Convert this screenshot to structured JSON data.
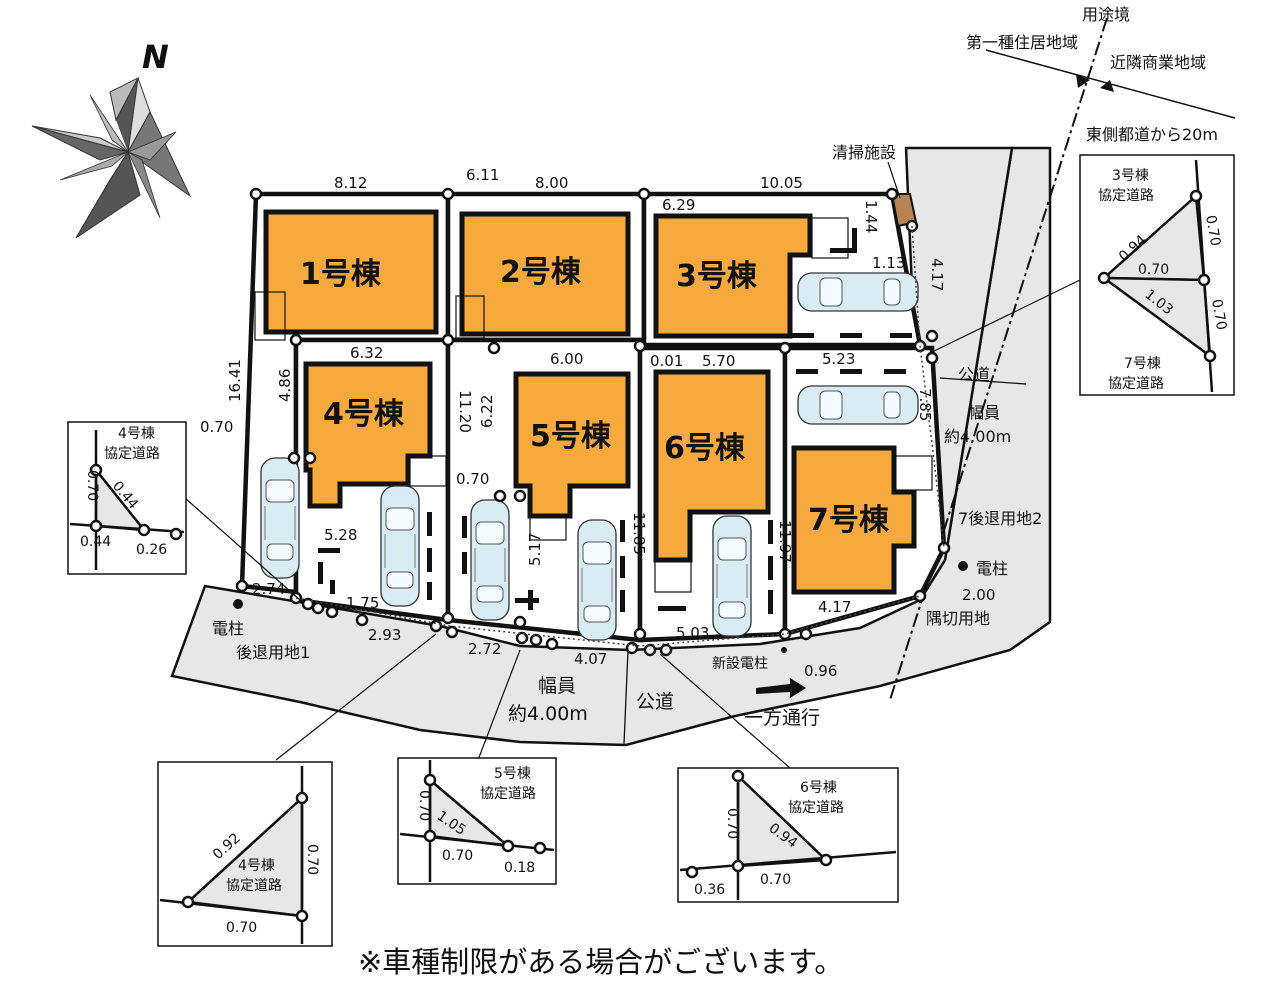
{
  "compass": {
    "north_label": "N"
  },
  "houses": [
    "1号棟",
    "2号棟",
    "3号棟",
    "4号棟",
    "5号棟",
    "6号棟",
    "7号棟"
  ],
  "zones": {
    "boundary": "用途境",
    "zone_left": "第一種住居地域",
    "zone_right": "近隣商業地域",
    "distance_note": "東側都道から20m"
  },
  "facility": "清掃施設",
  "roads": {
    "public_road": "公道",
    "width_label": "幅員",
    "width_value": "約4.00m",
    "one_way": "一方通行"
  },
  "poles": {
    "pole": "電柱",
    "new_pole": "新設電柱"
  },
  "setbacks": {
    "setback1": "後退用地1",
    "setback2": "7後退用地2",
    "corner": "隅切用地"
  },
  "dimensions": {
    "top_1": "8.12",
    "top_2": "6.11",
    "top_3": "8.00",
    "top_4": "6.29",
    "top_5": "10.05",
    "mid_4": "6.32",
    "mid_5": "6.00",
    "mid_6a": "0.01",
    "mid_6b": "5.70",
    "mid_7": "5.23",
    "left_side": "16.41",
    "left_4": "4.86",
    "v_1120": "11.20",
    "v_622": "6.22",
    "v_1185": "11.85",
    "v_1197": "11.97",
    "v_517": "5.17",
    "v_785": "7.85",
    "v_417": "4.17",
    "v_144": "1.44",
    "v_113": "1.13",
    "d_070a": "0.70",
    "d_070b": "0.70",
    "d_528": "5.28",
    "d_274": "2.74",
    "d_175": "1.75",
    "d_293": "2.93",
    "d_272": "2.72",
    "d_407": "4.07",
    "d_503": "5.03",
    "d_417": "4.17",
    "d_096": "0.96",
    "d_200": "2.00"
  },
  "insets": {
    "house3": {
      "title_a": "3号棟",
      "title_b": "協定道路",
      "a": "0.94",
      "b": "0.70",
      "c": "0.70",
      "d": "1.03",
      "e": "0.70",
      "bottom_a": "7号棟",
      "bottom_b": "協定道路"
    },
    "house4_small": {
      "title_a": "4号棟",
      "title_b": "協定道路",
      "a": "0.70",
      "b": "0.44",
      "c": "0.44",
      "d": "0.26"
    },
    "house4_big": {
      "title_a": "4号棟",
      "title_b": "協定道路",
      "a": "0.92",
      "b": "0.70",
      "c": "0.70"
    },
    "house5": {
      "title_a": "5号棟",
      "title_b": "協定道路",
      "a": "0.70",
      "b": "1.05",
      "c": "0.70",
      "d": "0.18"
    },
    "house6": {
      "title_a": "6号棟",
      "title_b": "協定道路",
      "a": "0.70",
      "b": "0.94",
      "c": "0.36",
      "d": "0.70"
    }
  },
  "footnote": "※車種制限がある場合がございます。"
}
